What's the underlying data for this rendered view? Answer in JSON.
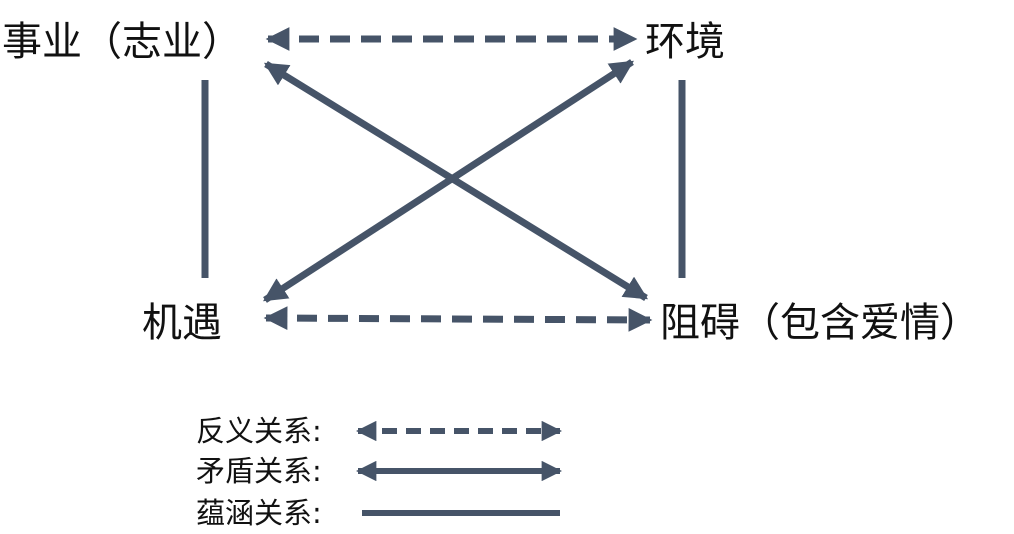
{
  "diagram": {
    "line_color": "#465468",
    "text_color": "#111111",
    "nodes": {
      "career": "事业（志业）",
      "environment": "环境",
      "opportunity": "机遇",
      "obstacle": "阻碍（包含爱情）"
    },
    "relations": [
      {
        "from": "career",
        "to": "environment",
        "type": "antonym"
      },
      {
        "from": "opportunity",
        "to": "obstacle",
        "type": "antonym"
      },
      {
        "from": "career",
        "to": "obstacle",
        "type": "contradiction"
      },
      {
        "from": "opportunity",
        "to": "environment",
        "type": "contradiction"
      },
      {
        "from": "career",
        "to": "opportunity",
        "type": "implication"
      },
      {
        "from": "environment",
        "to": "obstacle",
        "type": "implication"
      }
    ],
    "legend": {
      "antonym": "反义关系:",
      "contradiction": "矛盾关系:",
      "implication": "蕴涵关系:"
    }
  }
}
